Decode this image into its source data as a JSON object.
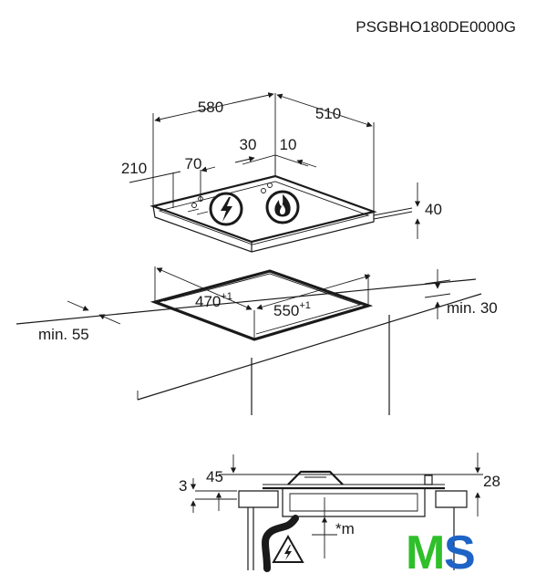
{
  "model_code": "PSGBHO180DE0000G",
  "dimensions": {
    "width": "580",
    "depth": "510",
    "control_offset_left": "210",
    "control_offset_front": "70",
    "burner_offset_a": "30",
    "burner_offset_b": "10",
    "height": "40",
    "cutout_depth": "470",
    "cutout_width": "550",
    "cutout_tolerance": "+1",
    "min_rear": "min. 55",
    "min_wall": "min. 30",
    "side_3": "3",
    "side_45": "45",
    "side_28": "28",
    "star_m": "*m"
  },
  "logo": {
    "letter_m": "M",
    "letter_s": "S"
  },
  "colors": {
    "logo_green": "#2fbf2a",
    "logo_blue": "#1e63c6",
    "line": "#1a1a1a"
  },
  "icons": [
    "electric-symbol-icon",
    "gas-flame-icon",
    "electric-warning-icon"
  ]
}
